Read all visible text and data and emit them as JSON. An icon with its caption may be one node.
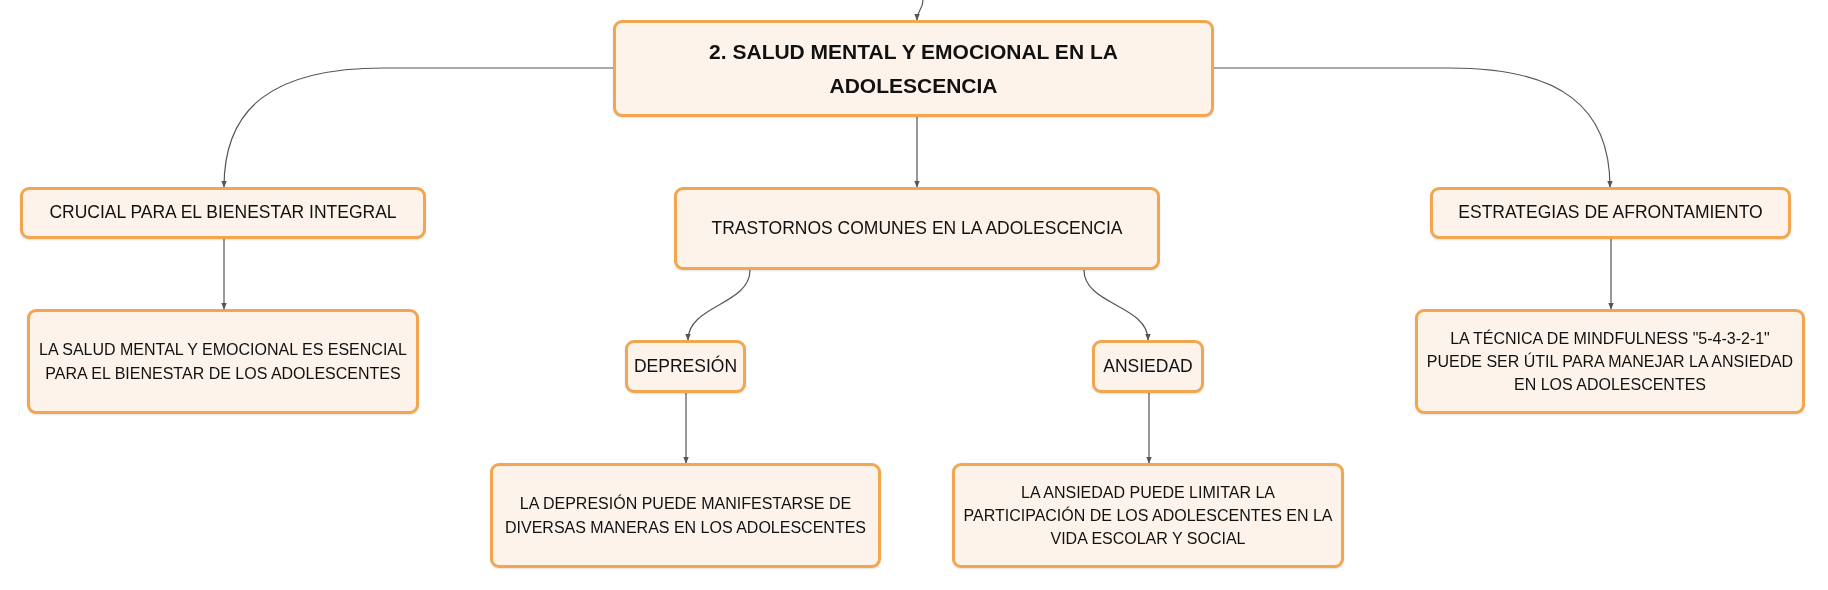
{
  "diagram": {
    "nodes": [
      {
        "text": [
          "2. SALUD MENTAL Y EMOCIONAL EN LA ADOLESCENCIA"
        ]
      },
      {
        "text": [
          "CRUCIAL PARA EL BIENESTAR INTEGRAL"
        ]
      },
      {
        "text": [
          "TRASTORNOS COMUNES EN LA ADOLESCENCIA"
        ]
      },
      {
        "text": [
          "ESTRATEGIAS DE AFRONTAMIENTO"
        ]
      },
      {
        "text": [
          "LA SALUD MENTAL Y EMOCIONAL ES ESENCIAL PARA EL BIENESTAR DE LOS ADOLESCENTES"
        ]
      },
      {
        "text": [
          "DEPRESIÓN"
        ]
      },
      {
        "text": [
          "ANSIEDAD"
        ]
      },
      {
        "text": [
          "LA TÉCNICA DE MINDFULNESS \"5-4-3-2-1\" PUEDE SER ÚTIL PARA MANEJAR LA ANSIEDAD EN LOS ADOLESCENTES"
        ]
      },
      {
        "text": [
          "LA DEPRESIÓN PUEDE MANIFESTARSE DE DIVERSAS MANERAS EN LOS ADOLESCENTES"
        ]
      },
      {
        "text": [
          "LA ANSIEDAD PUEDE LIMITAR LA PARTICIPACIÓN DE LOS ADOLESCENTES EN LA VIDA ESCOLAR Y SOCIAL"
        ]
      }
    ],
    "edges": [
      {
        "from": null,
        "to": 0,
        "arrow": "to"
      },
      {
        "from": 0,
        "to": 1,
        "arrow": "to"
      },
      {
        "from": 0,
        "to": 2,
        "arrow": "to"
      },
      {
        "from": 0,
        "to": 3,
        "arrow": "to"
      },
      {
        "from": 1,
        "to": 4,
        "arrow": "to"
      },
      {
        "from": 2,
        "to": 5,
        "arrow": "to"
      },
      {
        "from": 2,
        "to": 6,
        "arrow": "to"
      },
      {
        "from": 3,
        "to": 7,
        "arrow": "to"
      },
      {
        "from": 5,
        "to": 8,
        "arrow": "to"
      },
      {
        "from": 6,
        "to": 9,
        "arrow": "to"
      }
    ]
  }
}
